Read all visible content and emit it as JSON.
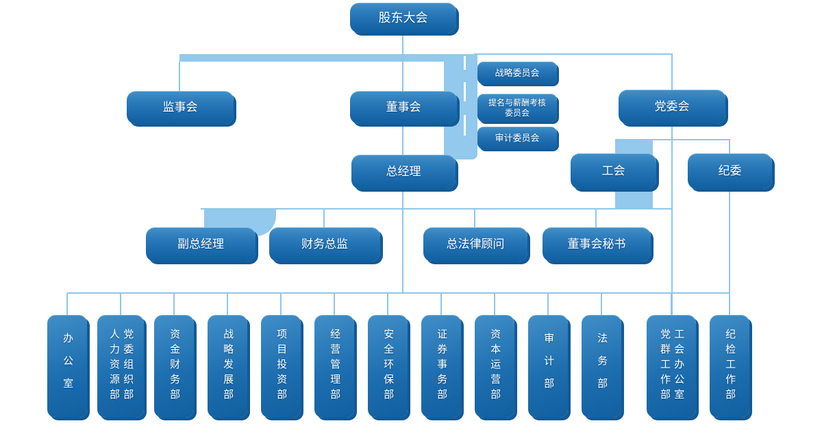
{
  "colors": {
    "node_gradient_top": "#4190c9",
    "node_gradient_bottom": "#115f9f",
    "node_shadow": "#135a96",
    "connector_line": "#8fc7e9",
    "connector_band": "#92c9ec",
    "text": "#ffffff",
    "background": "#ffffff"
  },
  "chart_title": "",
  "org": {
    "root": {
      "label": "股东大会"
    },
    "level2": [
      {
        "label": "监事会"
      },
      {
        "label": "董事会"
      },
      {
        "label": "党委会"
      }
    ],
    "committees": [
      {
        "label": "战略委员会"
      },
      {
        "label": "提名与薪酬考核\n委员会"
      },
      {
        "label": "审计委员会"
      }
    ],
    "level3": [
      {
        "label": "总经理"
      },
      {
        "label": "工会"
      },
      {
        "label": "纪委"
      }
    ],
    "level4": [
      {
        "label": "副总经理"
      },
      {
        "label": "财务总监"
      },
      {
        "label": "总法律顾问"
      },
      {
        "label": "董事会秘书"
      }
    ],
    "departments": [
      {
        "label": "办公室"
      },
      {
        "label": "党委组织部\n人力资源部"
      },
      {
        "label": "资金财务部"
      },
      {
        "label": "战略发展部"
      },
      {
        "label": "项目投资部"
      },
      {
        "label": "经营管理部"
      },
      {
        "label": "安全环保部"
      },
      {
        "label": "证券事务部"
      },
      {
        "label": "资本运营部"
      },
      {
        "label": "审计部"
      },
      {
        "label": "法务部"
      },
      {
        "label": "工会办公室\n党群工作部"
      },
      {
        "label": "纪检工作部"
      }
    ]
  }
}
